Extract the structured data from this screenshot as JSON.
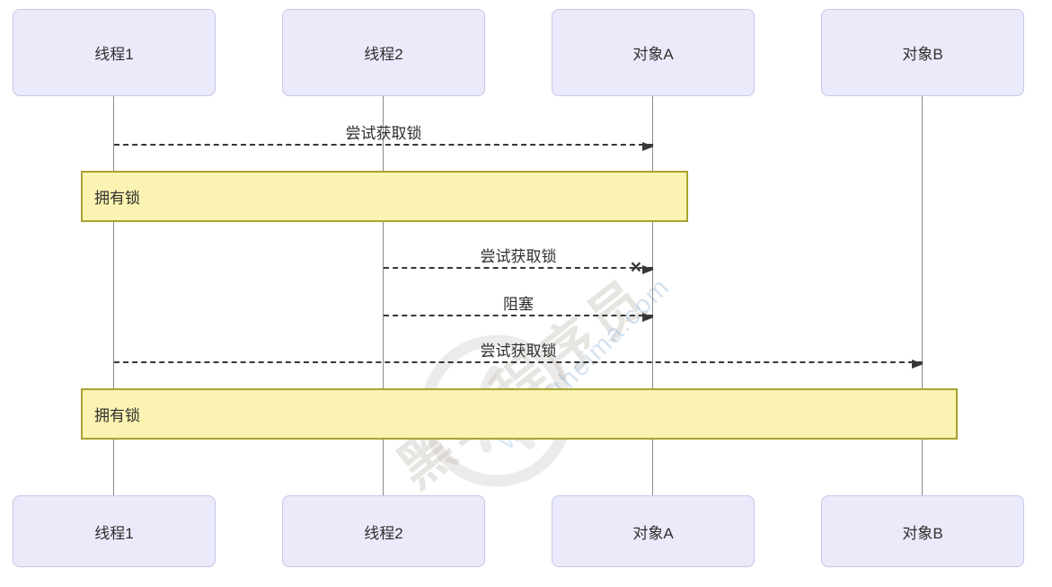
{
  "diagram": {
    "actors": [
      {
        "label": "线程1"
      },
      {
        "label": "线程2"
      },
      {
        "label": "对象A"
      },
      {
        "label": "对象B"
      }
    ],
    "messages": [
      {
        "type": "arrow",
        "label": "尝试获取锁",
        "from": "线程1",
        "to": "对象A",
        "result": "ok"
      },
      {
        "type": "note",
        "label": "拥有锁",
        "over": "线程1 → 对象A"
      },
      {
        "type": "arrow",
        "label": "尝试获取锁",
        "from": "线程2",
        "to": "对象A",
        "result": "failed"
      },
      {
        "type": "arrow",
        "label": "阻塞",
        "from": "线程2",
        "to": "对象A",
        "result": "ok"
      },
      {
        "type": "arrow",
        "label": "尝试获取锁",
        "from": "线程1",
        "to": "对象B",
        "result": "ok"
      },
      {
        "type": "note",
        "label": "拥有锁",
        "over": "线程1 → 对象B"
      }
    ],
    "watermark": {
      "brand": "黑马程序员",
      "url": "www.itheima.com"
    },
    "icons": {
      "failed_cross": "×"
    },
    "colors": {
      "actor_fill": "#EAEAFB",
      "actor_border": "#C6C6E8",
      "note_fill": "#FAF3B1",
      "note_border": "#A8A332",
      "line": "#383838",
      "lifeline": "#8A8A8A",
      "text": "#2F2F2F"
    }
  }
}
